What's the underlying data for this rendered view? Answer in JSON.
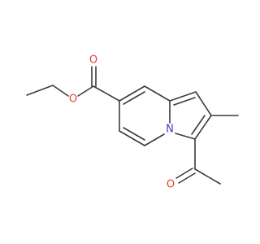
{
  "molecule": {
    "colors": {
      "bond": "#3b3b3b",
      "oxygen": "#e8402a",
      "nitrogen": "#3a3ad8",
      "background": "#ffffff"
    },
    "atoms": [
      {
        "id": "o_carbonyl_ester",
        "label": "O",
        "color": "oxygen"
      },
      {
        "id": "o_ether_ester",
        "label": "O",
        "color": "oxygen"
      },
      {
        "id": "n_ring",
        "label": "N",
        "color": "nitrogen"
      },
      {
        "id": "o_acetyl",
        "label": "O",
        "color": "oxygen"
      }
    ]
  }
}
